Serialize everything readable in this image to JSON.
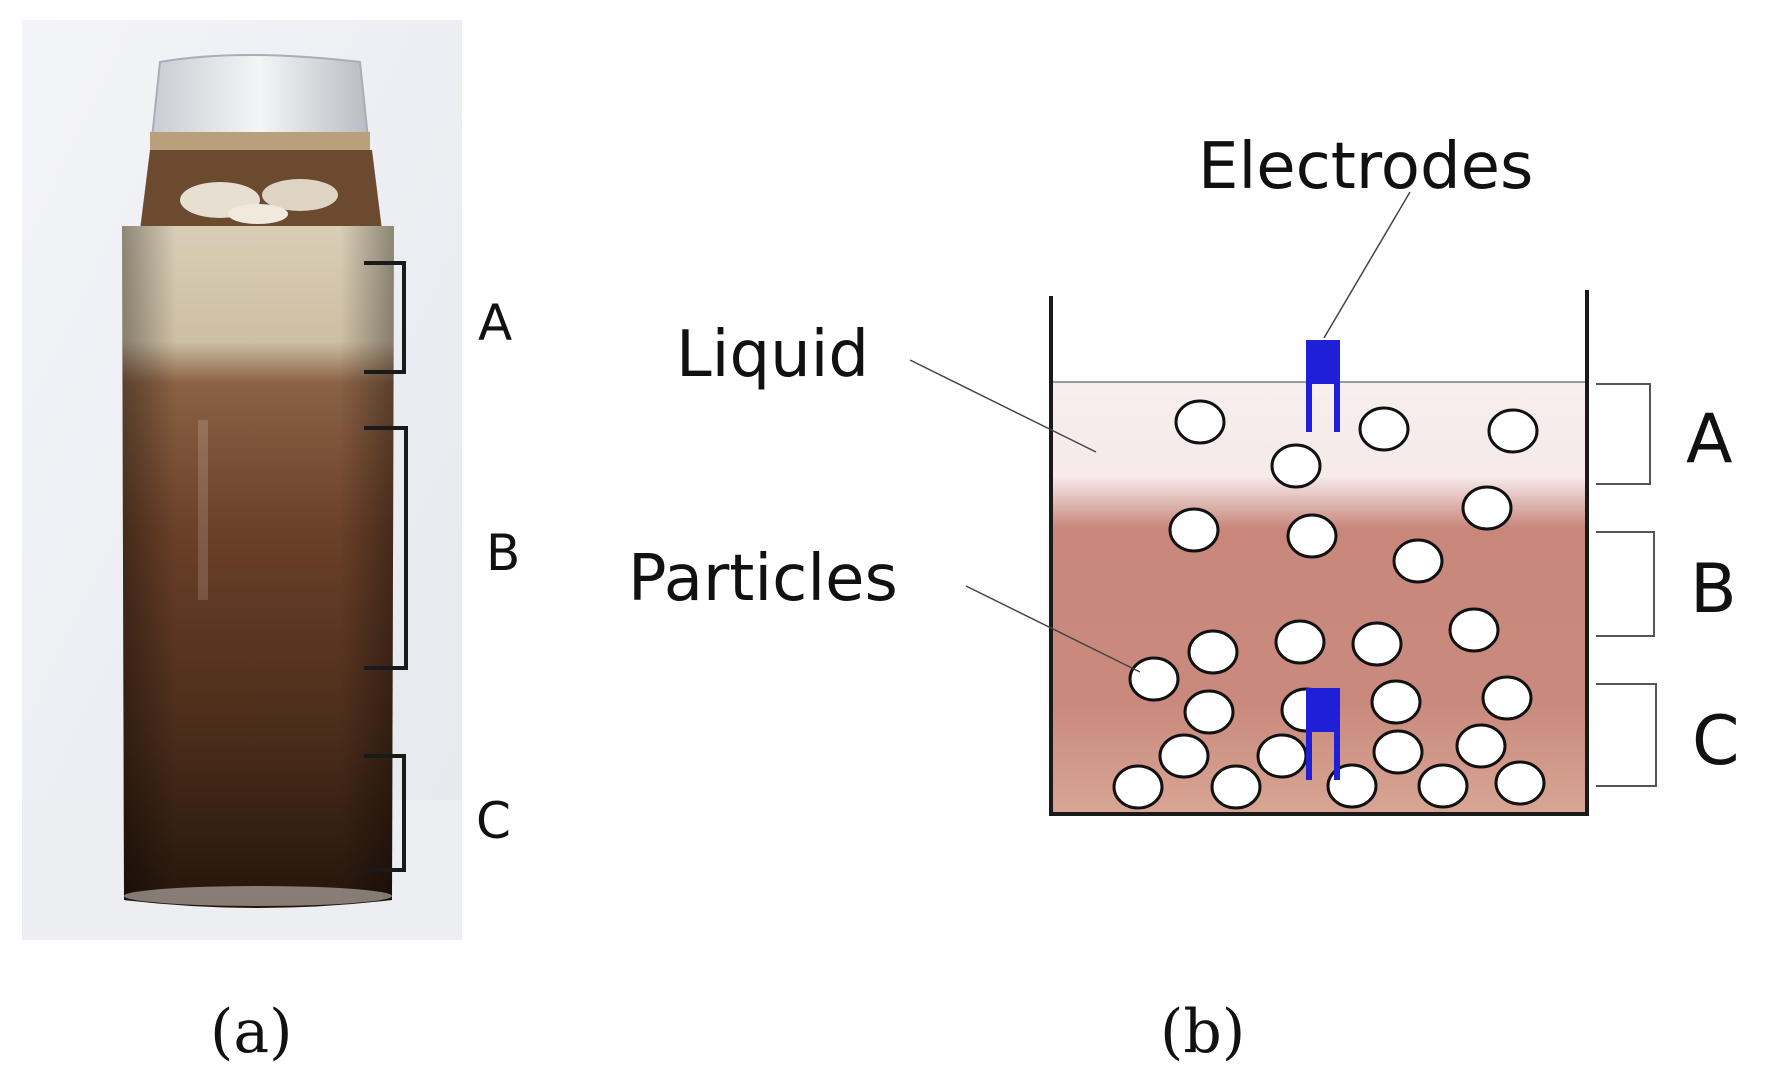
{
  "panel_a": {
    "caption": "(a)",
    "section_labels": [
      "A",
      "B",
      "C"
    ]
  },
  "panel_b": {
    "caption": "(b)",
    "section_labels": [
      "A",
      "B",
      "C"
    ],
    "callouts": {
      "electrodes": "Electrodes",
      "liquid": "Liquid",
      "particles": "Particles"
    }
  },
  "colors": {
    "liquid_top": "#f7eeee",
    "liquid_mid": "#c9877c",
    "liquid_bottom": "#d6a08f",
    "electrode": "#1f1fd8",
    "jar_light": "#d8cdb5",
    "jar_dark": "#2c1a10"
  }
}
